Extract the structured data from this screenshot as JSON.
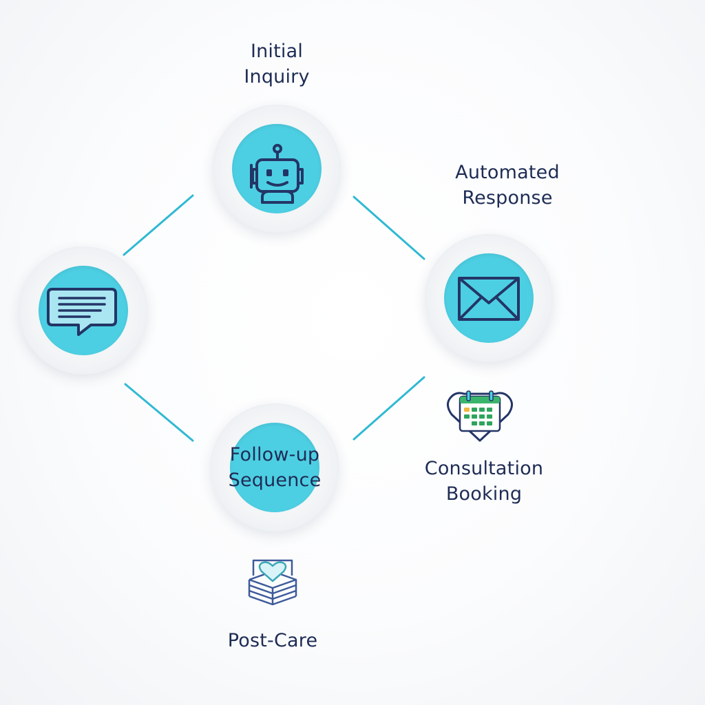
{
  "diagram": {
    "steps": {
      "initial_inquiry": {
        "line1": "Initial",
        "line2": "Inquiry",
        "icon": "robot-icon"
      },
      "automated_response": {
        "line1": "Automated",
        "line2": "Response",
        "icon": "envelope-icon"
      },
      "consultation_booking": {
        "line1": "Consultation",
        "line2": "Booking",
        "icon": "calendar-heart-icon"
      },
      "follow_up_sequence": {
        "line1": "Follow-up",
        "line2": "Sequence"
      },
      "post_care": {
        "label": "Post-Care",
        "icon": "heart-box-icon"
      },
      "chat": {
        "icon": "chat-bubble-icon"
      }
    },
    "colors": {
      "accent": "#4dcfe3",
      "connector": "#2fb9d3",
      "text": "#1e2c55",
      "icon_stroke": "#233566"
    }
  }
}
